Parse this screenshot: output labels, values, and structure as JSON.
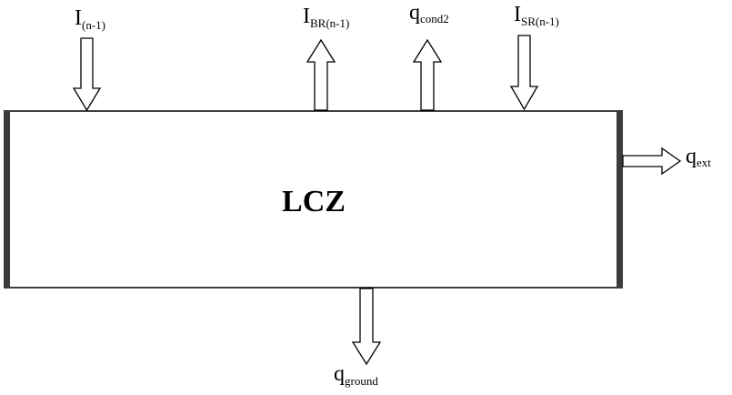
{
  "diagram": {
    "box_label": "LCZ",
    "flows": {
      "i_n1": {
        "main": "I",
        "sub": "(n-1)"
      },
      "i_br": {
        "main": "I",
        "sub": "BR(n-1)"
      },
      "q_cond": {
        "main": "q",
        "sub": "cond2"
      },
      "i_sr": {
        "main": "I",
        "sub": "SR(n-1)"
      },
      "q_ext": {
        "main": "q",
        "sub": "ext"
      },
      "q_ground": {
        "main": "q",
        "sub": "ground"
      }
    }
  },
  "colors": {
    "stroke": "#000000",
    "wall": "#3c3c3c",
    "fill": "#ffffff"
  }
}
